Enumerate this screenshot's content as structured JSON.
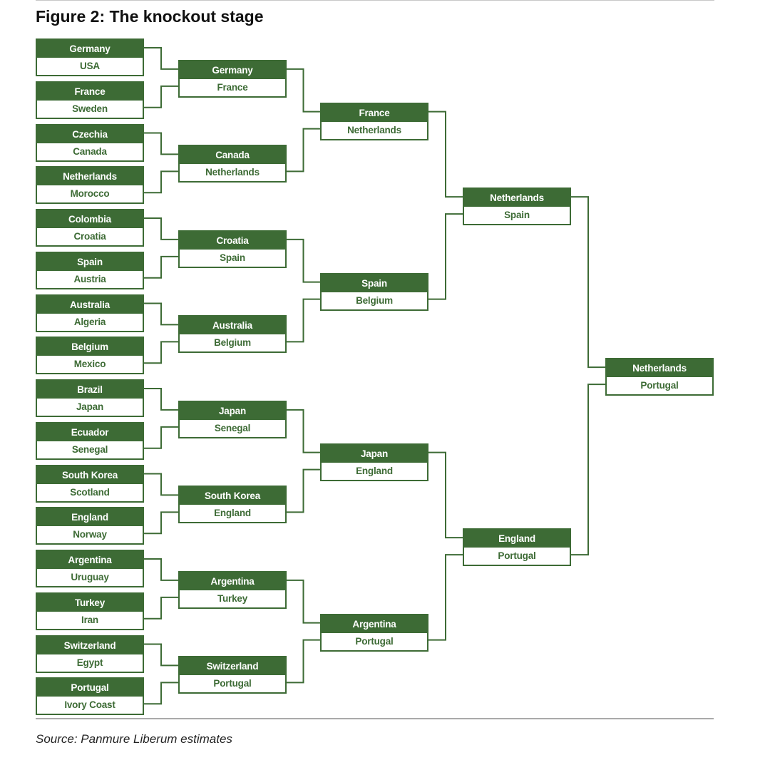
{
  "title": "Figure 2: The knockout stage",
  "source": "Source: Panmure Liberum estimates",
  "colors": {
    "green": "#3d6b35",
    "white": "#ffffff",
    "line": "#3d6b35"
  },
  "rounds": [
    [
      [
        "Germany",
        "USA"
      ],
      [
        "France",
        "Sweden"
      ],
      [
        "Czechia",
        "Canada"
      ],
      [
        "Netherlands",
        "Morocco"
      ],
      [
        "Colombia",
        "Croatia"
      ],
      [
        "Spain",
        "Austria"
      ],
      [
        "Australia",
        "Algeria"
      ],
      [
        "Belgium",
        "Mexico"
      ],
      [
        "Brazil",
        "Japan"
      ],
      [
        "Ecuador",
        "Senegal"
      ],
      [
        "South Korea",
        "Scotland"
      ],
      [
        "England",
        "Norway"
      ],
      [
        "Argentina",
        "Uruguay"
      ],
      [
        "Turkey",
        "Iran"
      ],
      [
        "Switzerland",
        "Egypt"
      ],
      [
        "Portugal",
        "Ivory Coast"
      ]
    ],
    [
      [
        "Germany",
        "France"
      ],
      [
        "Canada",
        "Netherlands"
      ],
      [
        "Croatia",
        "Spain"
      ],
      [
        "Australia",
        "Belgium"
      ],
      [
        "Japan",
        "Senegal"
      ],
      [
        "South Korea",
        "England"
      ],
      [
        "Argentina",
        "Turkey"
      ],
      [
        "Switzerland",
        "Portugal"
      ]
    ],
    [
      [
        "France",
        "Netherlands"
      ],
      [
        "Spain",
        "Belgium"
      ],
      [
        "Japan",
        "England"
      ],
      [
        "Argentina",
        "Portugal"
      ]
    ],
    [
      [
        "Netherlands",
        "Spain"
      ],
      [
        "England",
        "Portugal"
      ]
    ],
    [
      [
        "Netherlands",
        "Portugal"
      ]
    ]
  ]
}
